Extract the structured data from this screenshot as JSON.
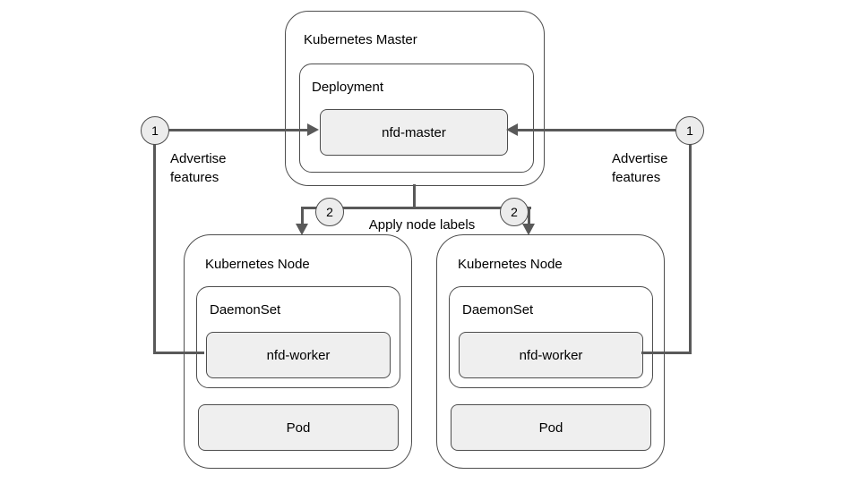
{
  "master": {
    "title": "Kubernetes Master",
    "deployment": {
      "title": "Deployment",
      "component": "nfd-master"
    }
  },
  "nodes": [
    {
      "title": "Kubernetes Node",
      "daemonset": {
        "title": "DaemonSet",
        "component": "nfd-worker"
      },
      "pod": "Pod"
    },
    {
      "title": "Kubernetes Node",
      "daemonset": {
        "title": "DaemonSet",
        "component": "nfd-worker"
      },
      "pod": "Pod"
    }
  ],
  "annotations": {
    "step1": "1",
    "step2": "2",
    "advertise_features": "Advertise features",
    "apply_node_labels": "Apply node labels"
  },
  "colors": {
    "border": "#4d4d4d",
    "line": "#595959",
    "component_fill": "#efefef",
    "badge_fill": "#ececec",
    "background": "#ffffff"
  }
}
